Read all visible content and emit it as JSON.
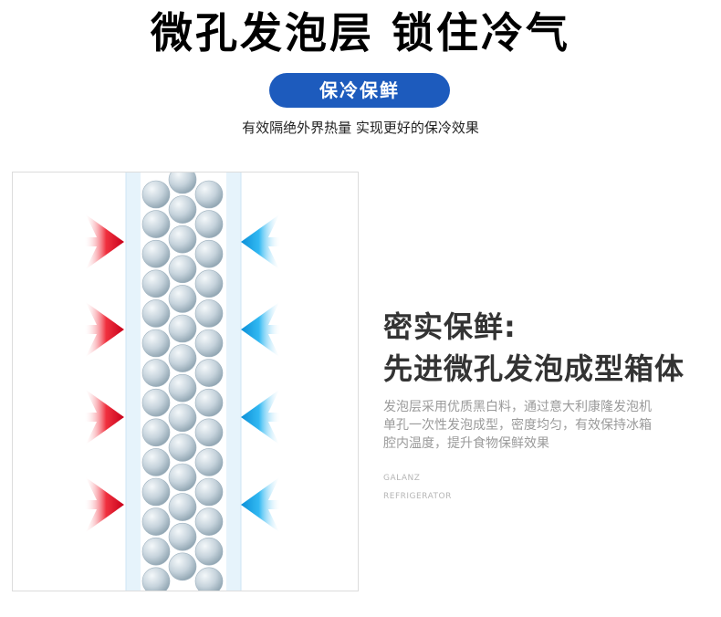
{
  "headline": "微孔发泡层 锁住冷气",
  "pill": {
    "label": "保冷保鲜"
  },
  "tagline": "有效隔绝外界热量 实现更好的保冷效果",
  "feature": {
    "title": "密实保鲜:",
    "subtitle": "先进微孔发泡成型箱体",
    "description": [
      "发泡层采用优质黑白料，通过意大利康隆发泡机",
      "单孔一次性发泡成型，密度均匀，有效保持冰箱",
      "腔内温度，提升食物保鲜效果"
    ]
  },
  "brand": {
    "line1": "GALANZ",
    "line2": "REFRIGERATOR"
  },
  "colors": {
    "pill_bg": "#1d5bbd",
    "heat_arrow": "#e0001b",
    "cold_arrow": "#1aa7ec",
    "panel": "#e6f3fb",
    "bead": "#c3d1da"
  },
  "illustration": {
    "heat_arrows": 4,
    "cold_arrows": 4,
    "heat_arrow_icon": "red-arrow-right-icon",
    "cold_arrow_icon": "blue-arrow-left-icon"
  }
}
